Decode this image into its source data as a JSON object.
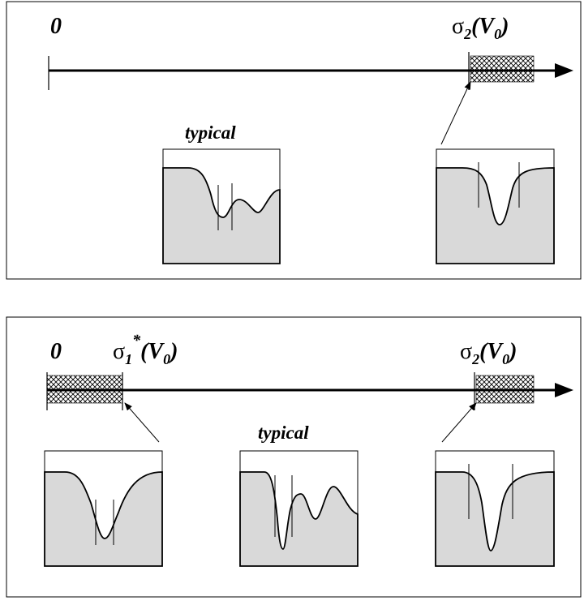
{
  "panels": [
    {
      "zero_label": "0",
      "sigma2": {
        "sym": "σ",
        "sub": "2",
        "open": "(",
        "var": "V",
        "varsub": "0",
        "close": ")"
      },
      "typical_label": "typical"
    },
    {
      "zero_label": "0",
      "sigma1": {
        "sym": "σ",
        "sub": "1",
        "sup": "*",
        "open": "(",
        "var": "V",
        "varsub": "0",
        "close": ")"
      },
      "sigma2": {
        "sym": "σ",
        "sub": "2",
        "open": "(",
        "var": "V",
        "varsub": "0",
        "close": ")"
      },
      "typical_label": "typical"
    }
  ],
  "colors": {
    "stroke": "#000000",
    "well_fill": "#d9d9d9",
    "background": "#ffffff"
  }
}
